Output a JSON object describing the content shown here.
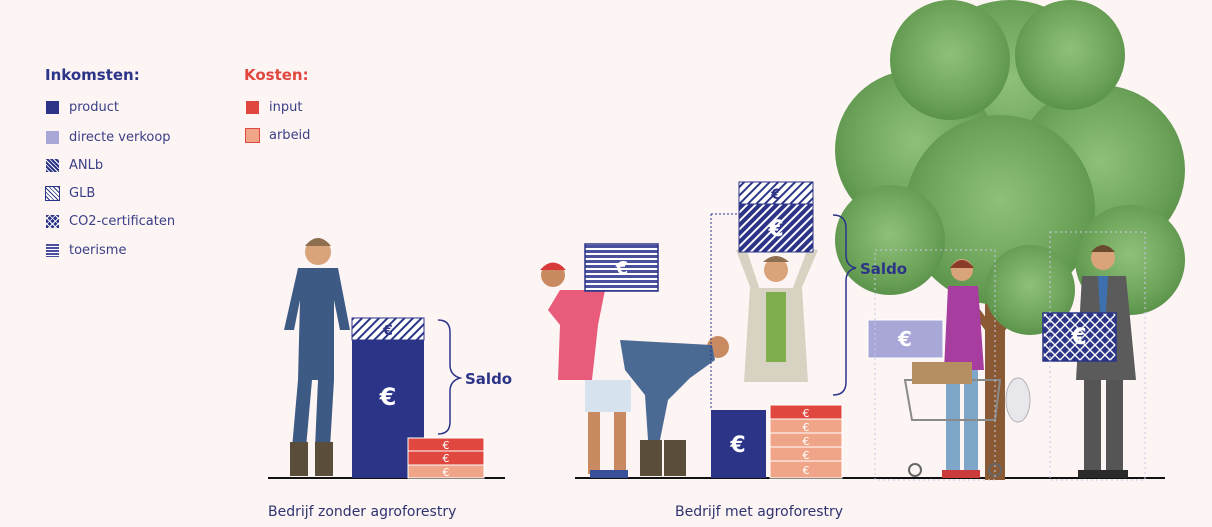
{
  "legend": {
    "income_title": "Inkomsten:",
    "cost_title": "Kosten:",
    "income_items": [
      {
        "label": "product",
        "pattern": "solid-navy"
      },
      {
        "label": "directe verkoop",
        "pattern": "solid-lavender"
      },
      {
        "label": "ANLb",
        "pattern": "hatch-navy"
      },
      {
        "label": "GLB",
        "pattern": "hatch-light"
      },
      {
        "label": "CO2-certificaten",
        "pattern": "crosshatch"
      },
      {
        "label": "toerisme",
        "pattern": "horizontal-stripes"
      }
    ],
    "cost_items": [
      {
        "label": "input",
        "pattern": "solid-red"
      },
      {
        "label": "arbeid",
        "pattern": "solid-salmon"
      }
    ]
  },
  "left_scene": {
    "saldo_label": "Saldo",
    "caption": "Bedrijf zonder agroforestry",
    "currency": "€"
  },
  "right_scene": {
    "saldo_label": "Saldo",
    "caption": "Bedrijf met agroforestry",
    "currency": "€"
  },
  "colors": {
    "navy": "#2b3487",
    "lavender": "#a9a7d8",
    "red": "#e0483f",
    "salmon": "#f0a488",
    "income_title": "#2b3487",
    "cost_title": "#e0483f",
    "tree": "#6fa35a",
    "background": "#fdf4f4"
  }
}
